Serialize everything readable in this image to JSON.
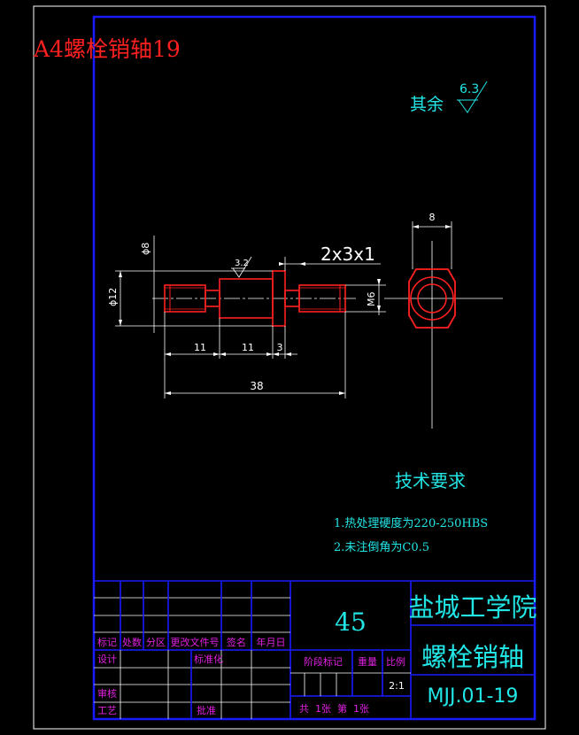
{
  "sheet_title": "A4螺栓销轴19",
  "surface_note": {
    "label": "其余",
    "roughness": "6.3"
  },
  "shaft": {
    "roughness": "3.2",
    "dim_d8": "ϕ8",
    "dim_d12": "ϕ12",
    "dim_thread": "2x3x1",
    "dim_m6": "M6",
    "dim_11a": "11",
    "dim_11b": "11",
    "dim_3": "3",
    "dim_38": "38"
  },
  "end_view": {
    "dim_8": "8"
  },
  "tech_req": {
    "title": "技术要求",
    "items": [
      "1.热处理硬度为220-250HBS",
      "2.未注倒角为C0.5"
    ]
  },
  "title_block": {
    "material": "45",
    "school": "盐城工学院",
    "part_name": "螺栓销轴",
    "drawing_no": "MJJ.01-19",
    "scale": "2:1",
    "headers": [
      "标记",
      "处数",
      "分区",
      "更改文件号",
      "签名",
      "年月日"
    ],
    "design": "设计",
    "standard": "标准化",
    "review": "审核",
    "process": "工艺",
    "approve": "批准",
    "stage_mark": "阶段标记",
    "weight": "重量",
    "ratio": "比例",
    "sheets": "共  1张  第  1张"
  },
  "colors": {
    "frame": "#1a1aff",
    "part": "#ff2020",
    "dim": "#22e6e6",
    "table_text": "#e020e0"
  }
}
